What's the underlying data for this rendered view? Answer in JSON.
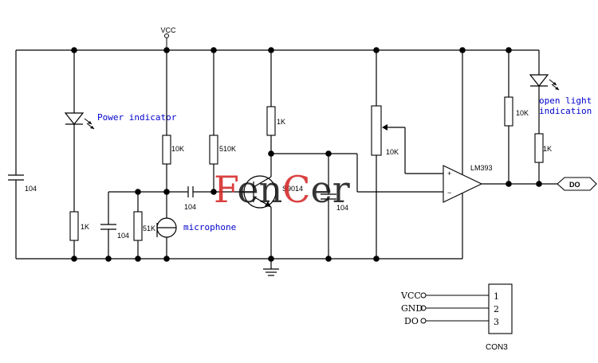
{
  "supply": {
    "vcc_label": "VCC"
  },
  "components": {
    "c_left": "104",
    "r_power": "1K",
    "c_mid": "104",
    "r_mic": "51K",
    "r_bias": "10K",
    "c_couple": "104",
    "r_base": "510K",
    "r_collector": "1K",
    "transistor": "S9014",
    "c_filter": "104",
    "pot": "10K",
    "comparator": "LM393",
    "r_pullup": "10K",
    "r_led": "1K"
  },
  "annotations": {
    "power_indicator": "Power indicator",
    "microphone": "microphone",
    "open_light_line1": "open light",
    "open_light_line2": "indication"
  },
  "output": {
    "label": "DO"
  },
  "connector": {
    "name": "CON3",
    "pins": [
      {
        "signal": "VCC",
        "number": "1"
      },
      {
        "signal": "GND",
        "number": "2"
      },
      {
        "signal": "DO",
        "number": "3"
      }
    ]
  },
  "opamp_signs": {
    "plus": "+",
    "minus": "−"
  },
  "watermark": {
    "letters": [
      {
        "char": "F",
        "color": "#d42020"
      },
      {
        "char": "e",
        "color": "#111111"
      },
      {
        "char": "n",
        "color": "#111111"
      },
      {
        "char": "C",
        "color": "#d42020"
      },
      {
        "char": "e",
        "color": "#111111"
      },
      {
        "char": "r",
        "color": "#111111"
      }
    ]
  }
}
